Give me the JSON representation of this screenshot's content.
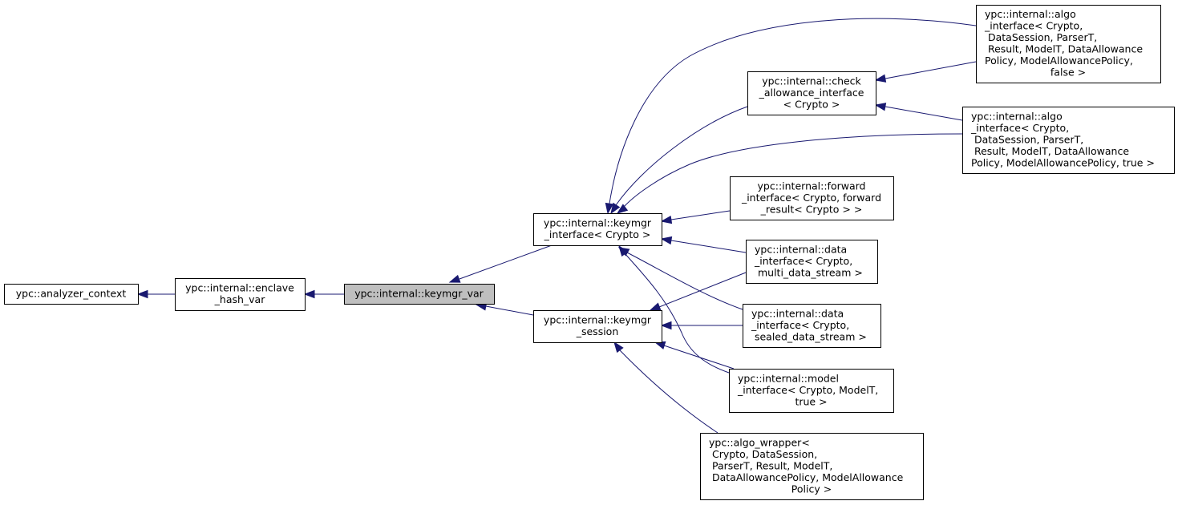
{
  "diagram": {
    "title": "Inheritance diagram for ypc::internal::keymgr_var",
    "colors": {
      "edge": "#191970",
      "current_fill": "#bfbfbf",
      "node_fill": "#ffffff",
      "node_border": "#000000"
    },
    "nodes": [
      {
        "id": "analyzer_context",
        "lines": [
          "ypc::analyzer_context"
        ]
      },
      {
        "id": "enclave_hash_var",
        "lines": [
          "ypc::internal::enclave",
          "_hash_var"
        ]
      },
      {
        "id": "keymgr_var",
        "lines": [
          "ypc::internal::keymgr_var"
        ],
        "current": true
      },
      {
        "id": "keymgr_interface",
        "lines": [
          "ypc::internal::keymgr",
          "_interface< Crypto >"
        ]
      },
      {
        "id": "keymgr_session",
        "lines": [
          "ypc::internal::keymgr",
          "_session"
        ]
      },
      {
        "id": "check_allowance_interface",
        "lines": [
          "ypc::internal::check",
          "_allowance_interface",
          "< Crypto >"
        ]
      },
      {
        "id": "algo_interface_false",
        "lines": [
          "ypc::internal::algo",
          "_interface< Crypto,",
          " DataSession, ParserT,",
          " Result, ModelT, DataAllowance",
          "Policy, ModelAllowancePolicy,",
          "false >"
        ]
      },
      {
        "id": "algo_interface_true",
        "lines": [
          "ypc::internal::algo",
          "_interface< Crypto,",
          " DataSession, ParserT,",
          " Result, ModelT, DataAllowance",
          "Policy, ModelAllowancePolicy, true >"
        ]
      },
      {
        "id": "forward_interface",
        "lines": [
          "ypc::internal::forward",
          "_interface< Crypto, forward",
          "_result< Crypto > >"
        ]
      },
      {
        "id": "data_interface_multi",
        "lines": [
          "ypc::internal::data",
          "_interface< Crypto,",
          " multi_data_stream >"
        ]
      },
      {
        "id": "data_interface_sealed",
        "lines": [
          "ypc::internal::data",
          "_interface< Crypto,",
          " sealed_data_stream >"
        ]
      },
      {
        "id": "model_interface",
        "lines": [
          "ypc::internal::model",
          "_interface< Crypto, ModelT,",
          "true >"
        ]
      },
      {
        "id": "algo_wrapper",
        "lines": [
          "ypc::algo_wrapper<",
          " Crypto, DataSession,",
          " ParserT, Result, ModelT,",
          " DataAllowancePolicy, ModelAllowance",
          "Policy >"
        ]
      }
    ],
    "edges": [
      {
        "from": "enclave_hash_var",
        "to": "analyzer_context"
      },
      {
        "from": "keymgr_var",
        "to": "enclave_hash_var"
      },
      {
        "from": "keymgr_interface",
        "to": "keymgr_var"
      },
      {
        "from": "keymgr_session",
        "to": "keymgr_var"
      },
      {
        "from": "algo_interface_false",
        "to": "keymgr_interface"
      },
      {
        "from": "check_allowance_interface",
        "to": "keymgr_interface"
      },
      {
        "from": "algo_interface_true",
        "to": "keymgr_interface"
      },
      {
        "from": "algo_interface_false",
        "to": "check_allowance_interface"
      },
      {
        "from": "algo_interface_true",
        "to": "check_allowance_interface"
      },
      {
        "from": "forward_interface",
        "to": "keymgr_interface"
      },
      {
        "from": "data_interface_multi",
        "to": "keymgr_interface"
      },
      {
        "from": "data_interface_sealed",
        "to": "keymgr_interface"
      },
      {
        "from": "model_interface",
        "to": "keymgr_interface"
      },
      {
        "from": "data_interface_multi",
        "to": "keymgr_session"
      },
      {
        "from": "data_interface_sealed",
        "to": "keymgr_session"
      },
      {
        "from": "model_interface",
        "to": "keymgr_session"
      },
      {
        "from": "algo_wrapper",
        "to": "keymgr_session"
      }
    ]
  }
}
